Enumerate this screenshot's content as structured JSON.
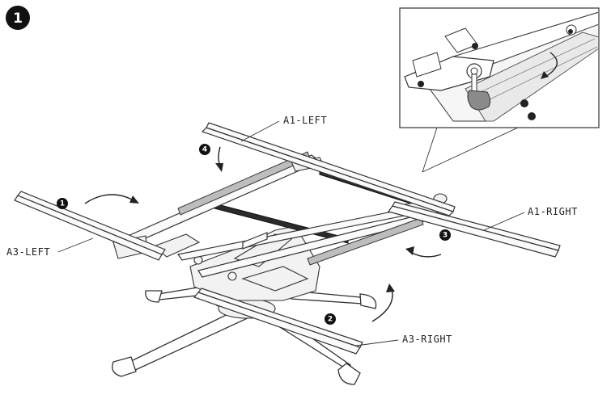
{
  "figure": {
    "step_number": "1"
  },
  "labels": {
    "a1_left": "A1-LEFT",
    "a1_right": "A1-RIGHT",
    "a3_left": "A3-LEFT",
    "a3_right": "A3-RIGHT"
  },
  "callouts": {
    "c1": "1",
    "c2": "2",
    "c3": "3",
    "c4": "4"
  },
  "colors": {
    "ink": "#222222",
    "dark_rail": "#2b2b2b",
    "grip": "#8a8a8a"
  }
}
